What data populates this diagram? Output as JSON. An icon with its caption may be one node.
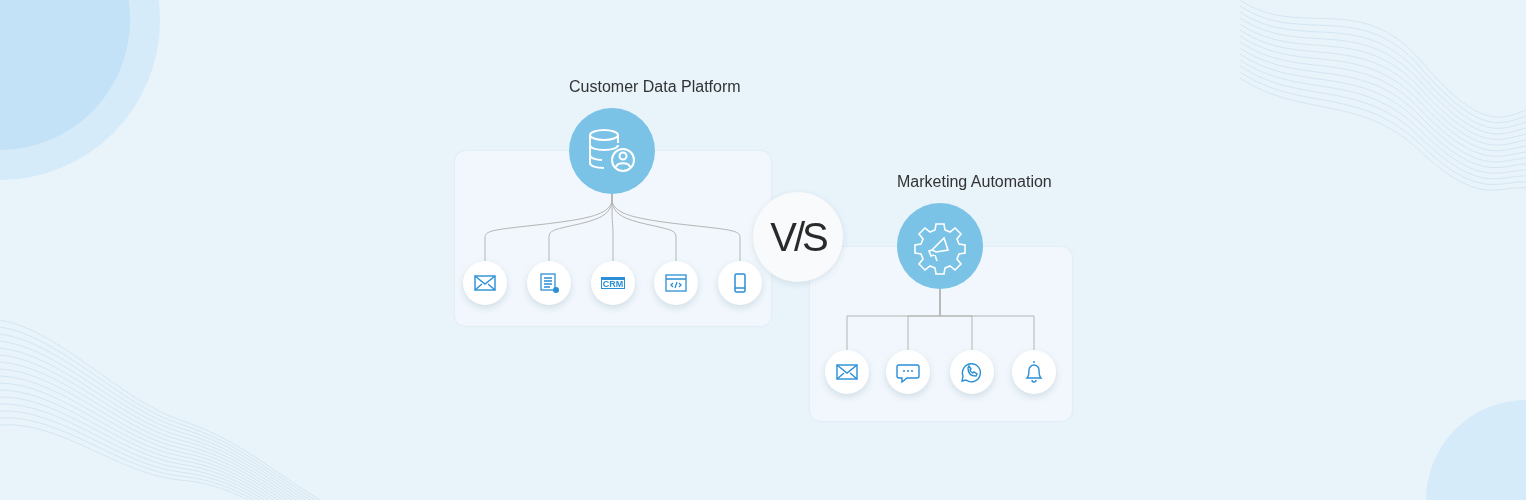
{
  "diagram": {
    "nodes": [
      {
        "text": [],
        "shape": "box"
      },
      {
        "text": [
          "Customer Data Platform"
        ]
      },
      {
        "text": [],
        "shape": "circle",
        "in": 0
      },
      {
        "text": [],
        "shape": "circle",
        "in": 0
      },
      {
        "text": [
          "CRM"
        ],
        "in": 0
      },
      {
        "text": [],
        "shape": "circle",
        "in": 0
      },
      {
        "text": [],
        "shape": "circle",
        "in": 0
      },
      {
        "text": [
          "V/S"
        ]
      },
      {
        "text": [],
        "shape": "box"
      },
      {
        "text": [
          "Marketing Automation"
        ]
      },
      {
        "text": [],
        "shape": "circle",
        "in": 8
      },
      {
        "text": [],
        "shape": "circle",
        "in": 8
      },
      {
        "text": [],
        "shape": "circle",
        "in": 8
      },
      {
        "text": [],
        "shape": "circle",
        "in": 8
      }
    ],
    "edges": [
      {
        "from": 1,
        "to": 2,
        "arrow": "none"
      },
      {
        "from": 1,
        "to": 3,
        "arrow": "none"
      },
      {
        "from": 1,
        "to": 4,
        "arrow": "none"
      },
      {
        "from": 1,
        "to": 5,
        "arrow": "none"
      },
      {
        "from": 1,
        "to": 6,
        "arrow": "none"
      },
      {
        "from": 9,
        "to": 10,
        "arrow": "none"
      },
      {
        "from": 9,
        "to": 11,
        "arrow": "none"
      },
      {
        "from": 9,
        "to": 12,
        "arrow": "none"
      },
      {
        "from": 9,
        "to": 13,
        "arrow": "none"
      }
    ]
  }
}
